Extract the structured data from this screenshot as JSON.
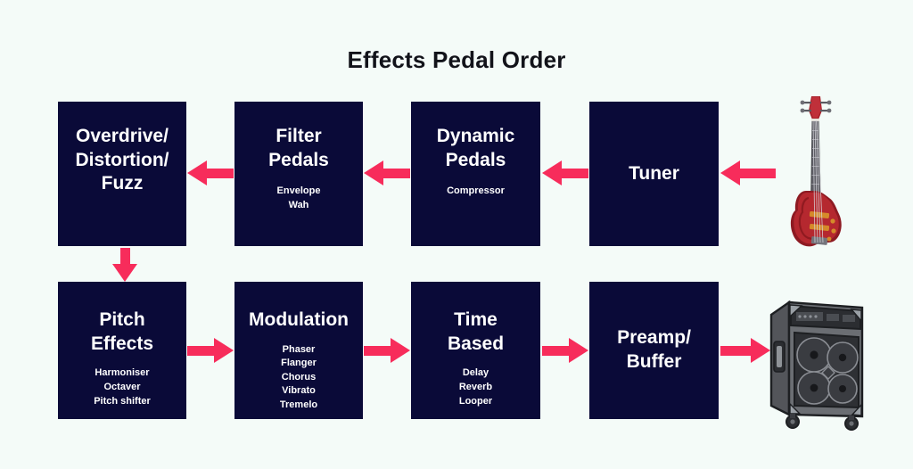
{
  "page": {
    "title": "Effects Pedal Order",
    "background_color": "#f4fbf8",
    "node_color": "#0a0a38",
    "arrow_color": "#f72c5b",
    "title_color": "#12131a"
  },
  "signal_chain": {
    "description": "Bass guitar signal flows right-to-left across the top row, then down and left-to-right across the bottom row into the amplifier.",
    "nodes": [
      {
        "id": "overdrive",
        "title": "Overdrive/\nDistortion/\nFuzz",
        "subtitle": ""
      },
      {
        "id": "filter",
        "title": "Filter\nPedals",
        "subtitle": "Envelope\nWah"
      },
      {
        "id": "dynamic",
        "title": "Dynamic\nPedals",
        "subtitle": "Compressor"
      },
      {
        "id": "tuner",
        "title": "Tuner",
        "subtitle": ""
      },
      {
        "id": "pitch",
        "title": "Pitch\nEffects",
        "subtitle": "Harmoniser\nOctaver\nPitch shifter"
      },
      {
        "id": "modulation",
        "title": "Modulation",
        "subtitle": "Phaser\nFlanger\nChorus\nVibrato\nTremelo"
      },
      {
        "id": "time",
        "title": "Time\nBased",
        "subtitle": "Delay\nReverb\nLooper"
      },
      {
        "id": "preamp",
        "title": "Preamp/\nBuffer",
        "subtitle": ""
      }
    ],
    "endpoints": {
      "source": "bass-guitar",
      "destination": "bass-amplifier-cabinet"
    }
  }
}
